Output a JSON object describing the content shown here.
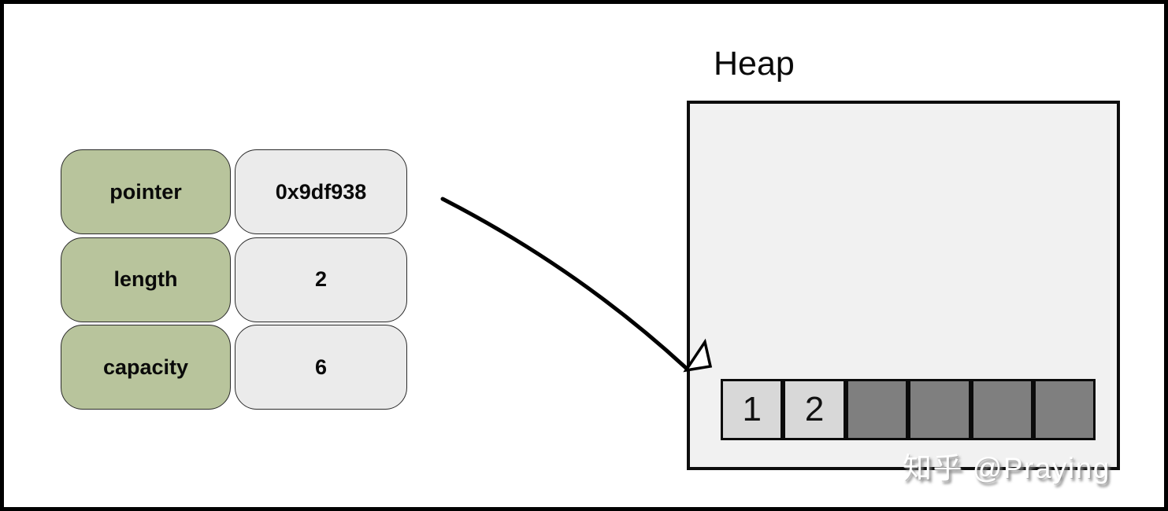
{
  "diagram": {
    "stack": {
      "rows": [
        {
          "label": "pointer",
          "value": "0x9df938"
        },
        {
          "label": "length",
          "value": "2"
        },
        {
          "label": "capacity",
          "value": "6"
        }
      ]
    },
    "heap": {
      "title": "Heap",
      "cells": [
        "1",
        "2",
        "",
        "",
        "",
        ""
      ]
    },
    "watermark": "知乎 @Praying"
  },
  "colors": {
    "field_label_bg": "#b8c49c",
    "field_value_bg": "#ebebeb",
    "heap_bg": "#f1f1f1",
    "cell_used_bg": "#d8d8d8",
    "cell_free_bg": "#7f7f7f",
    "stroke": "#000000"
  }
}
